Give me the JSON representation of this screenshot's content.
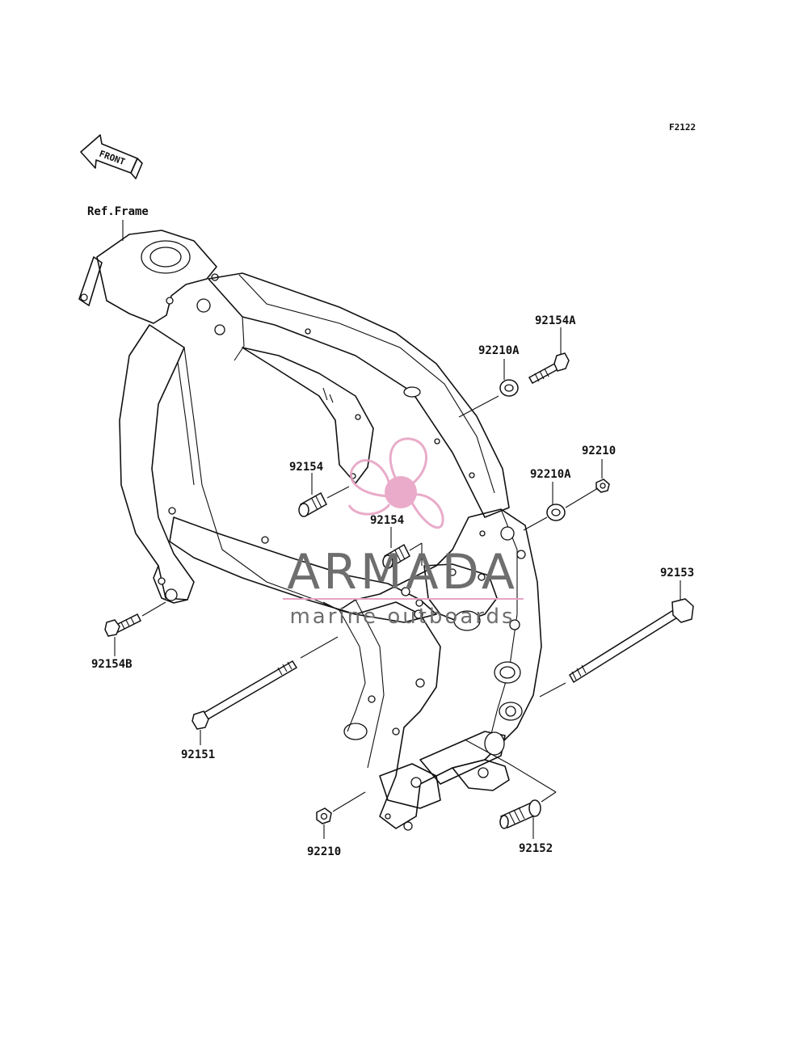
{
  "figure_code": "F2122",
  "direction_tag": "FRONT",
  "ref_frame_label": "Ref.Frame",
  "parts": {
    "p92154A": "92154A",
    "p92210A_top": "92210A",
    "p92210_right": "92210",
    "p92210A_mid": "92210A",
    "p92154_left": "92154",
    "p92154_center": "92154",
    "p92153": "92153",
    "p92154B": "92154B",
    "p92151": "92151",
    "p92210_bottom": "92210",
    "p92152": "92152"
  },
  "watermark": {
    "brand": "ARMADA",
    "tagline": "marine outboards",
    "colors": {
      "logo": "#e7a3c4",
      "text": "#6e6e6e"
    }
  }
}
